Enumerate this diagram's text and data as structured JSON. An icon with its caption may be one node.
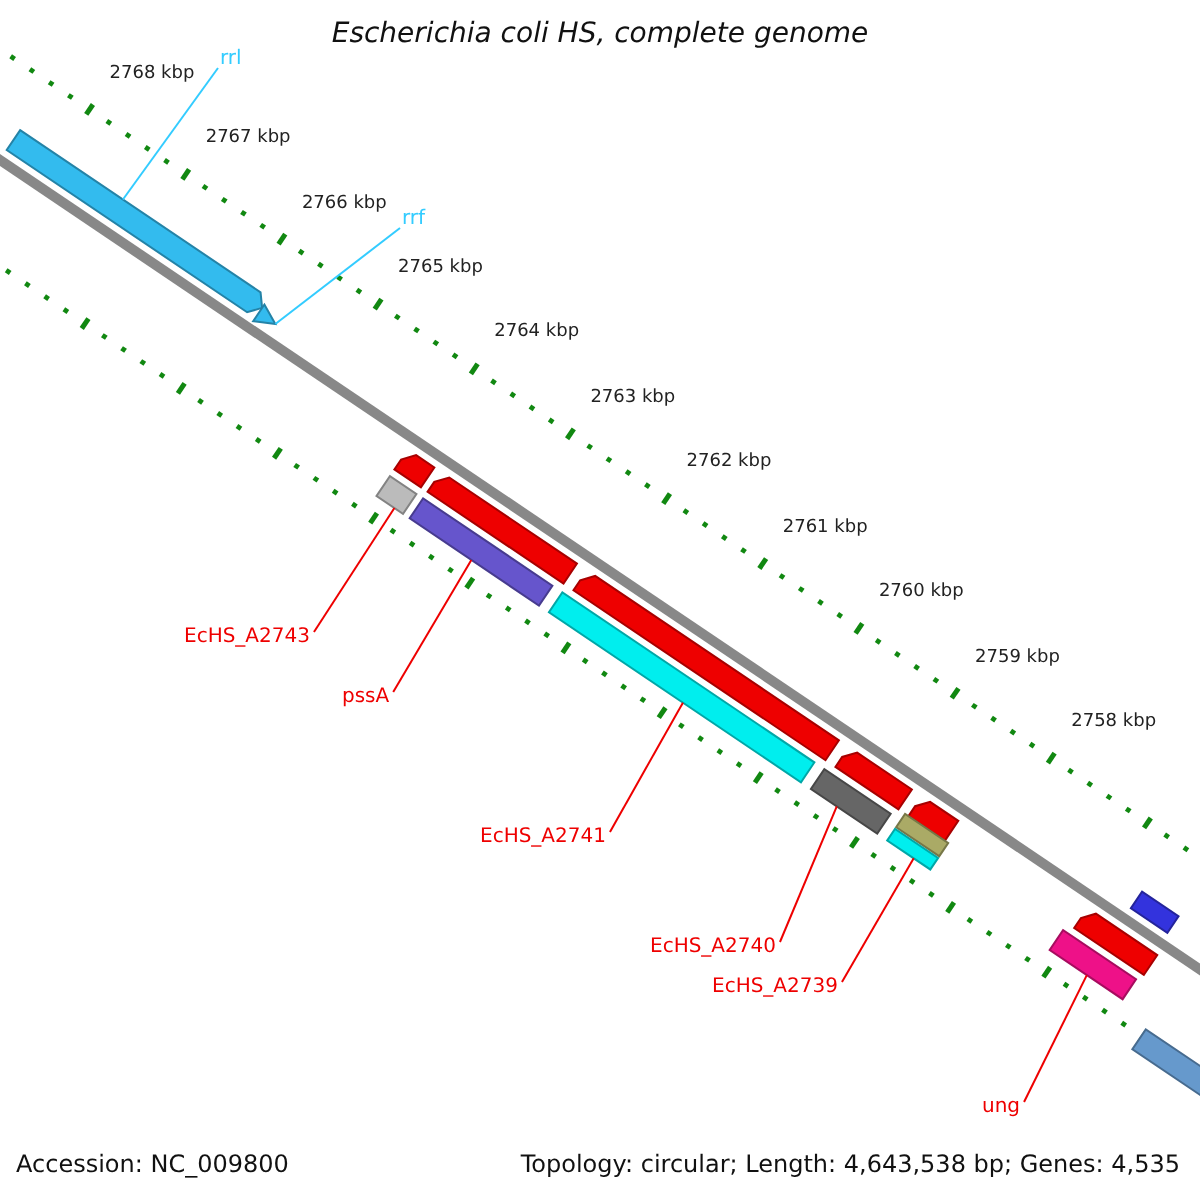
{
  "diagram": {
    "title": "Escherichia coli HS, complete genome",
    "nodes": [
      {
        "text": [
          "rrl"
        ]
      },
      {
        "text": [
          "rrf"
        ]
      },
      {
        "text": [],
        "shape": "bar"
      },
      {
        "text": [],
        "shape": "triangle"
      },
      {
        "text": [],
        "shape": "bar"
      },
      {
        "text": [],
        "shape": "bar"
      },
      {
        "text": [],
        "shape": "bar"
      },
      {
        "text": [],
        "shape": "bar"
      },
      {
        "text": [],
        "shape": "bar"
      },
      {
        "text": [],
        "shape": "bar"
      },
      {
        "text": [],
        "shape": "bar"
      },
      {
        "text": [],
        "shape": "bar"
      },
      {
        "text": [],
        "shape": "bar"
      },
      {
        "text": [],
        "shape": "bar"
      },
      {
        "text": [],
        "shape": "bar"
      },
      {
        "text": [],
        "shape": "bar"
      },
      {
        "text": [],
        "shape": "bar"
      },
      {
        "text": [],
        "shape": "bar"
      },
      {
        "text": [],
        "shape": "bar"
      },
      {
        "text": [
          "EcHS_A2743"
        ]
      },
      {
        "text": [
          "pssA"
        ]
      },
      {
        "text": [
          "EcHS_A2741"
        ]
      },
      {
        "text": [
          "EcHS_A2740"
        ]
      },
      {
        "text": [
          "EcHS_A2739"
        ]
      },
      {
        "text": [
          "ung"
        ]
      }
    ],
    "edges": [
      {
        "from": 0,
        "to": 2,
        "arrow": "none",
        "color": "#33ccff"
      },
      {
        "from": 1,
        "to": 3,
        "arrow": "none",
        "color": "#33ccff"
      },
      {
        "from": 19,
        "to": 5,
        "arrow": "none"
      },
      {
        "from": 20,
        "to": 7,
        "arrow": "none"
      },
      {
        "from": 21,
        "to": 9,
        "arrow": "none"
      },
      {
        "from": 22,
        "to": 11,
        "arrow": "none"
      },
      {
        "from": 23,
        "to": 14,
        "arrow": "none"
      },
      {
        "from": 24,
        "to": 16,
        "arrow": "none"
      }
    ],
    "labels": [
      "2768 kbp",
      "2767 kbp",
      "2766 kbp",
      "2765 kbp",
      "2764 kbp",
      "2763 kbp",
      "2762 kbp",
      "2761 kbp",
      "2760 kbp",
      "2759 kbp",
      "2758 kbp",
      "Accession: NC_009800",
      "Topology: circular; Length: 4,643,538 bp; Genes: 4,535"
    ]
  }
}
